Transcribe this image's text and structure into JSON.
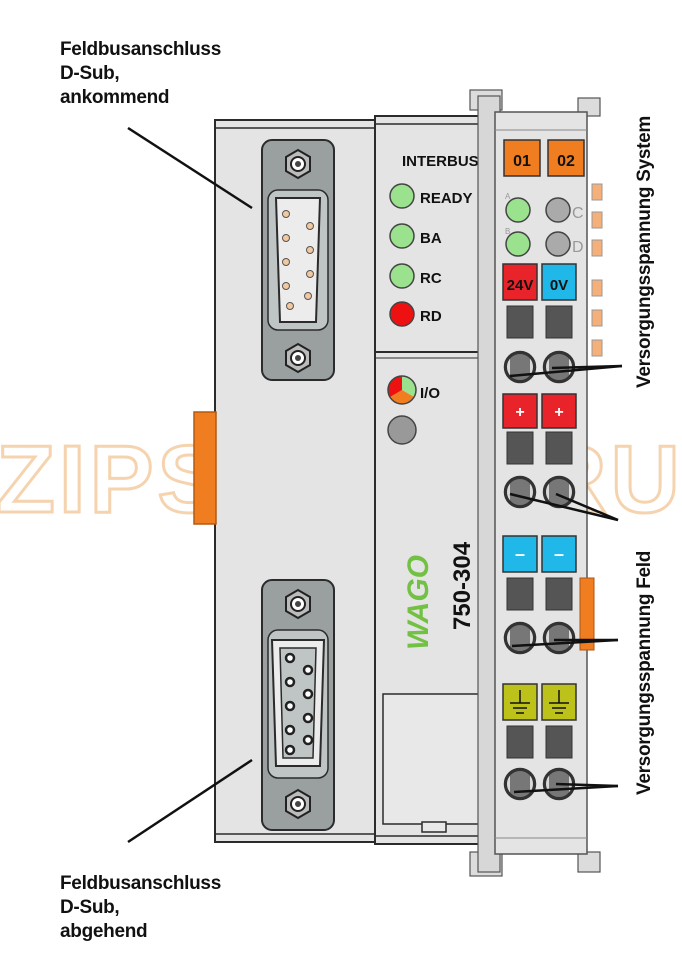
{
  "labels": {
    "top_line1": "Feldbusanschluss",
    "top_line2": "D-Sub,",
    "top_line3": "ankommend",
    "bottom_line1": "Feldbusanschluss",
    "bottom_line2": "D-Sub,",
    "bottom_line3": "abgehend",
    "side_system": "Versorgungsspannung System",
    "side_field": "Versorgungsspannung Feld"
  },
  "device": {
    "bus_name": "INTERBUS",
    "leds": [
      "READY",
      "BA",
      "RC",
      "RD"
    ],
    "io_label": "I/O",
    "brand": "WAGO",
    "model": "750-304"
  },
  "terminals": {
    "t01": "01",
    "t02": "02",
    "letter_c": "C",
    "letter_d": "D",
    "letter_a": "A",
    "letter_b": "B",
    "v24": "24V",
    "v0": "0V",
    "plus": "+",
    "minus": "–"
  },
  "watermark": "ZIPSTORE.RU",
  "colors": {
    "housing": "#e4e4e4",
    "orange": "#f07d1f",
    "red": "#e8232a",
    "blue": "#20b8e8",
    "olive": "#bcc21a",
    "led_green": "#9be28f",
    "led_red": "#ee1111",
    "wago_green": "#72c142"
  }
}
